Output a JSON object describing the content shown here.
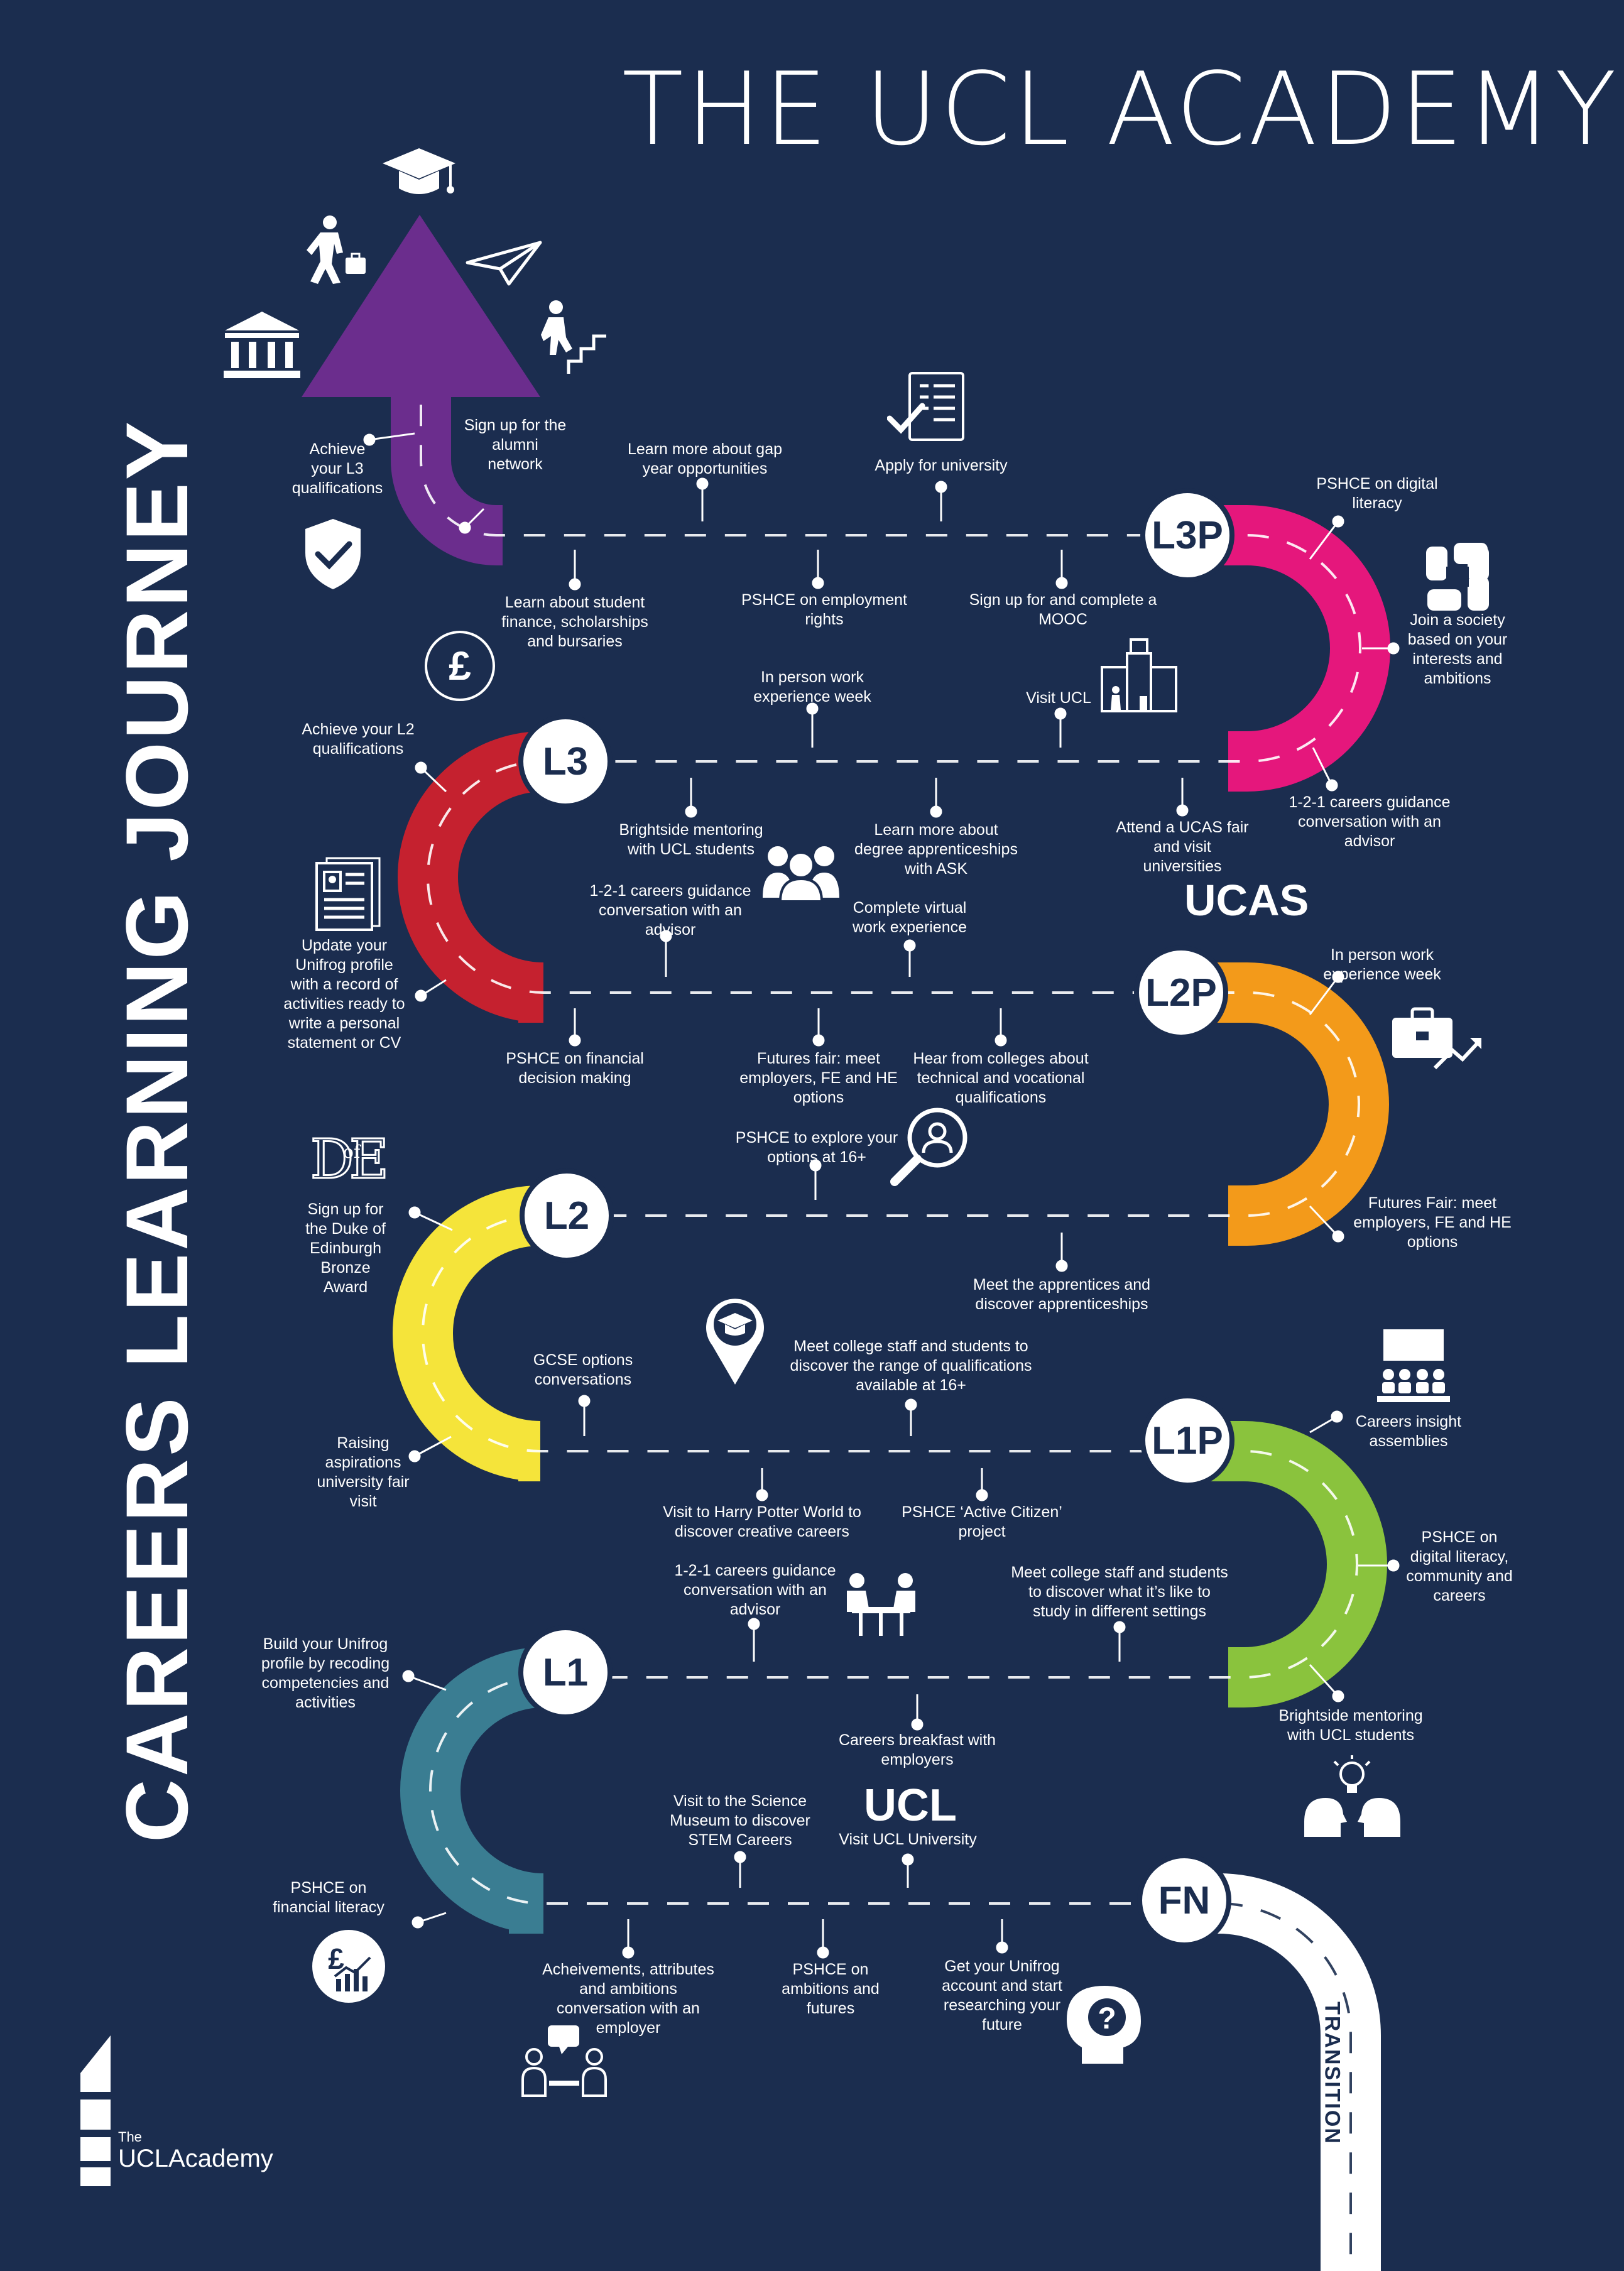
{
  "header": {
    "title": "THE UCL ACADEMY"
  },
  "side_title": "CAREERS LEARNING JOURNEY",
  "transition_label": "TRANSITION",
  "ucas_logo": "UCAS",
  "ucl_logo": "UCL",
  "footer_logo": {
    "small": "The",
    "main": "UCLAcademy"
  },
  "badges": {
    "l3p": "L3P",
    "l3": "L3",
    "l2p": "L2P",
    "l2": "L2",
    "l1p": "L1P",
    "l1": "L1",
    "fn": "FN"
  },
  "colors": {
    "background": "#1b2d4f",
    "fn": "#2d4c76",
    "l1": "#3a7d92",
    "l1p": "#8ac33d",
    "l2": "#f5e43a",
    "l2p": "#f39a1a",
    "l3": "#c5212f",
    "l3p": "#e5177c",
    "final": "#6b2d8d",
    "transition": "#ffffff"
  },
  "icons": [
    "graduation-cap-icon",
    "businessman-icon",
    "paper-plane-icon",
    "climbing-stairs-icon",
    "bank-building-icon",
    "shield-check-icon",
    "checklist-icon",
    "pound-coin-icon",
    "hands-together-icon",
    "ucl-building-icon",
    "cv-document-icon",
    "group-people-icon",
    "briefcase-growth-icon",
    "dofe-logo-icon",
    "search-person-icon",
    "location-pin-cap-icon",
    "audience-screen-icon",
    "meeting-table-icon",
    "lightbulb-heads-icon",
    "financial-chart-icon",
    "conversation-icon",
    "brain-question-icon",
    "ucl-academy-logo-icon"
  ],
  "labels": {
    "l3_achieve": "Achieve\nyour L3\nqualifications",
    "alumni": "Sign up for the\nalumni\nnetwork",
    "gap_year": "Learn more about gap\nyear opportunities",
    "apply_uni": "Apply for university",
    "digital_literacy_l3p": "PSHCE on digital\nliteracy",
    "student_finance": "Learn about student\nfinance, scholarships\nand bursaries",
    "pshce_employment": "PSHCE on employment\nrights",
    "mooc": "Sign up for and complete a\nMOOC",
    "society": "Join a society\nbased on your\ninterests and\nambitions",
    "inperson_l3": "In person work\nexperience week",
    "visit_ucl": "Visit UCL",
    "l2_achieve": "Achieve your L2\nqualifications",
    "brightside_l3": "Brightside mentoring\nwith UCL students",
    "apprenticeships_ask": "Learn more about\ndegree apprenticeships\nwith ASK",
    "ucas_fair": "Attend a UCAS fair\nand visit\nuniversities",
    "guidance_l3p": "1-2-1 careers guidance\nconversation with an\nadvisor",
    "guidance_l2p": "1-2-1 careers guidance\nconversation with an\nadvisor",
    "virtual_work": "Complete virtual\nwork experience",
    "unifrog_profile": "Update your\nUnifrog profile\nwith a record of\nactivities ready to\nwrite a personal\nstatement or CV",
    "inperson_l2p": "In person work\nexperience week",
    "pshce_financial_decision": "PSHCE on financial\ndecision making",
    "futures_fair_l2p": "Futures fair: meet\nemployers, FE and HE\noptions",
    "colleges_technical": "Hear from colleges about\ntechnical and vocational\nqualifications",
    "dofe": "Sign up for\nthe Duke of\nEdinburgh\nBronze\nAward",
    "pshce_options": "PSHCE to explore your\noptions at 16+",
    "futures_fair_l2": "Futures Fair: meet\nemployers, FE and HE\noptions",
    "meet_apprentices": "Meet the apprentices and\ndiscover apprenticeships",
    "gcse_options": "GCSE options\nconversations",
    "college_staff_16": "Meet college staff and students to\ndiscover the range of qualifications\navailable at 16+",
    "insight_assemblies": "Careers insight\nassemblies",
    "raising_aspirations": "Raising\naspirations\nuniversity fair\nvisit",
    "harry_potter": "Visit to Harry Potter World to\ndiscover creative careers",
    "active_citizen": "PSHCE ‘Active Citizen’\nproject",
    "pshce_community": "PSHCE on\ndigital literacy,\ncommunity and\ncareers",
    "guidance_l1": "1-2-1 careers guidance\nconversation with an\nadvisor",
    "college_settings": "Meet college staff and students\nto discover what it’s like to\nstudy in different settings",
    "build_unifrog": "Build your Unifrog\nprofile by recoding\ncompetencies and\nactivities",
    "careers_breakfast": "Careers breakfast with\nemployers",
    "brightside_l1p": "Brightside mentoring\nwith UCL students",
    "science_museum": "Visit to the Science\nMuseum to discover\nSTEM Careers",
    "visit_ucl_uni": "Visit UCL University",
    "financial_literacy": "PSHCE on\nfinancial literacy",
    "achievements": "Acheivements, attributes\nand ambitions\nconversation with an\nemployer",
    "pshce_ambitions": "PSHCE on\nambitions and\nfutures",
    "unifrog_account": "Get your Unifrog\naccount and start\nresearching your\nfuture"
  }
}
